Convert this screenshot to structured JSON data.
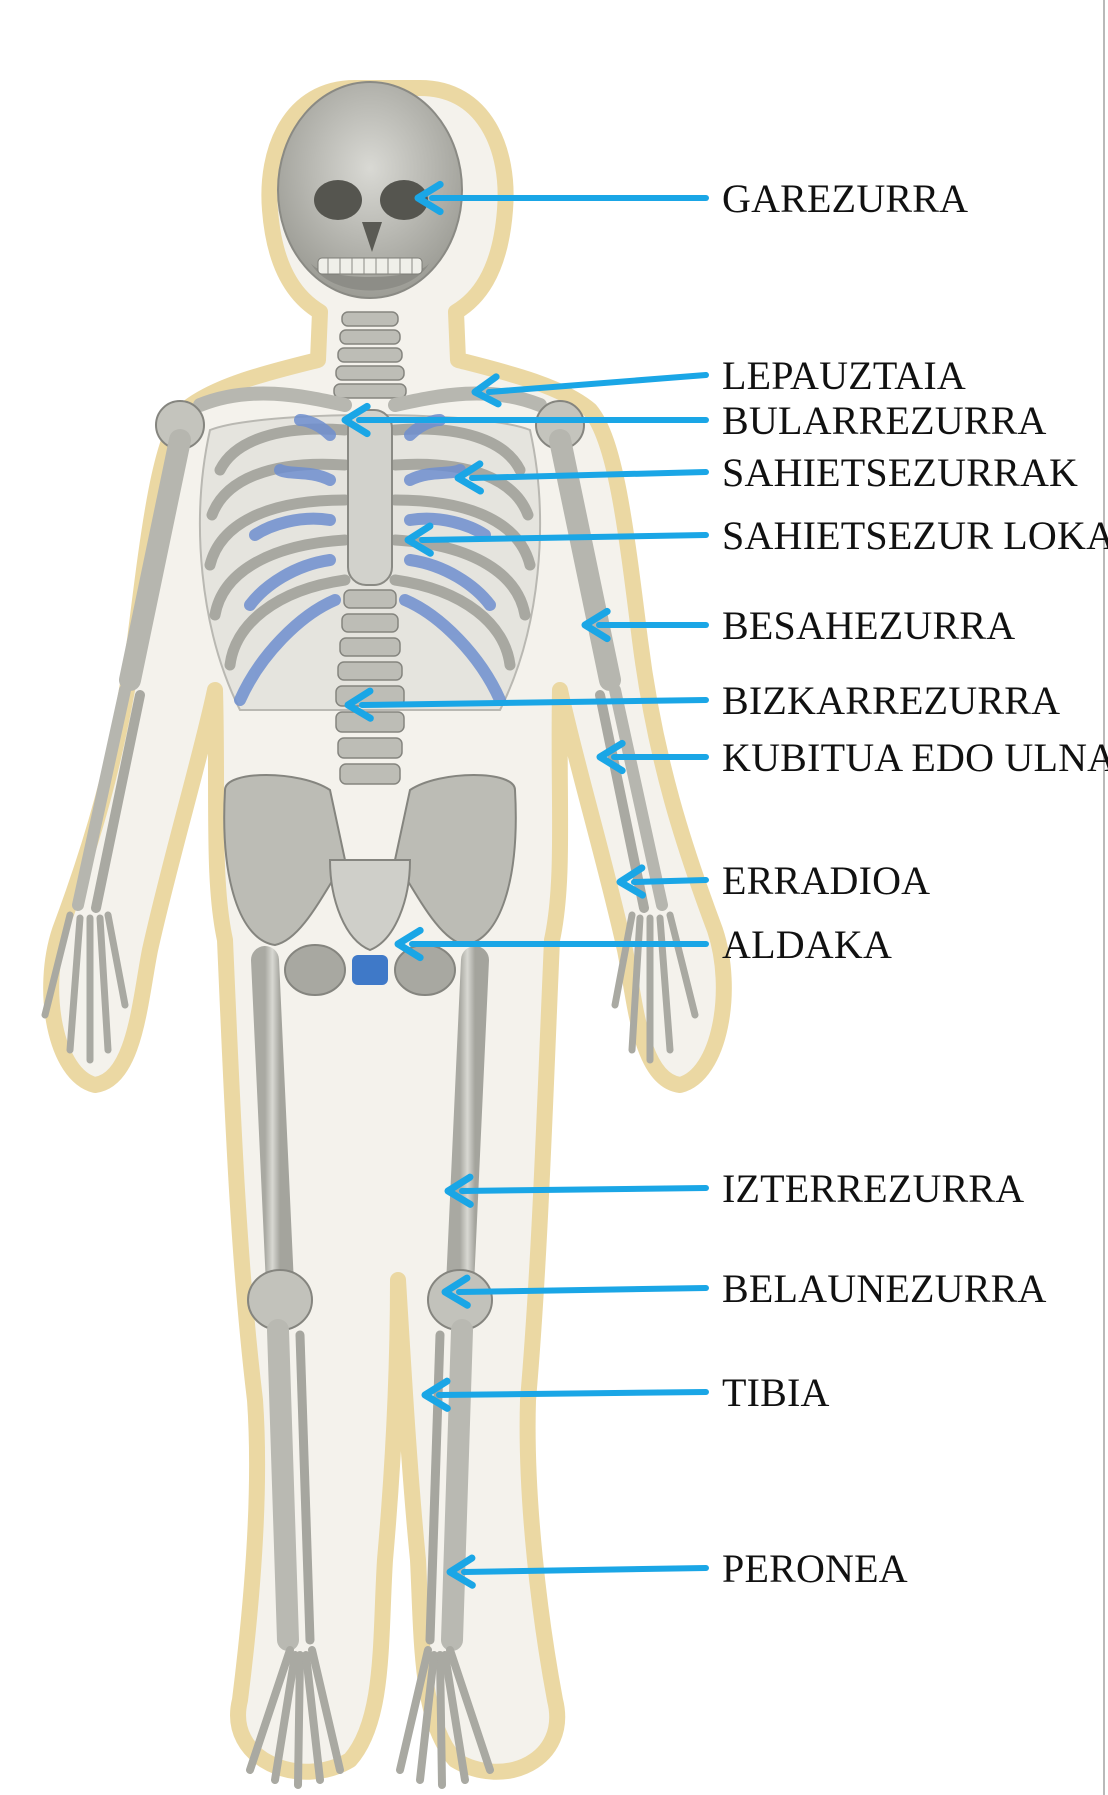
{
  "diagram": {
    "labels": [
      {
        "id": "garezurra",
        "text": "GAREZURRA"
      },
      {
        "id": "lepauztaia",
        "text": "LEPAUZTAIA"
      },
      {
        "id": "bularrezurra",
        "text": "BULARREZURRA"
      },
      {
        "id": "sahietsezurrak",
        "text": "SAHIETSEZURRAK"
      },
      {
        "id": "sahietsezur-lokak",
        "text": "SAHIETSEZUR LOKAK"
      },
      {
        "id": "besahezurra",
        "text": "BESAHEZURRA"
      },
      {
        "id": "bizkarrezurra",
        "text": "BIZKARREZURRA"
      },
      {
        "id": "kubitua",
        "text": "KUBITUA EDO ULNA"
      },
      {
        "id": "erradioa",
        "text": "ERRADIOA"
      },
      {
        "id": "aldaka",
        "text": "ALDAKA"
      },
      {
        "id": "izterrezurra",
        "text": "IZTERREZURRA"
      },
      {
        "id": "belaunezurra",
        "text": "BELAUNEZURRA"
      },
      {
        "id": "tibia",
        "text": "TIBIA"
      },
      {
        "id": "peronea",
        "text": "PERONEA"
      }
    ],
    "arrow_color": "#1aa6e6",
    "floating_rib_color": "#6f8fcf",
    "bone_color": "#c9c9c2",
    "body_outline_color": "#e9d49a"
  }
}
